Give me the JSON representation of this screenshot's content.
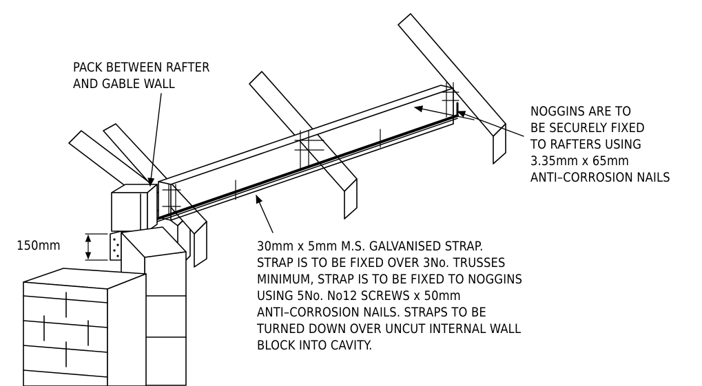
{
  "annotations": {
    "pack": {
      "lines": [
        "PACK BETWEEN RAFTER",
        "AND GABLE WALL"
      ]
    },
    "noggins": {
      "lines": [
        "NOGGINS ARE TO",
        "BE SECURELY FIXED",
        "TO RAFTERS USING",
        "3.35mm x 65mm",
        "ANTI–CORROSION NAILS"
      ]
    },
    "strap": {
      "lines": [
        "30mm x 5mm M.S. GALVANISED STRAP.",
        "STRAP IS TO BE FIXED OVER 3No. TRUSSES",
        "MINIMUM, STRAP IS TO BE FIXED TO NOGGINS",
        "USING 5No. No12 SCREWS x 50mm",
        "ANTI–CORROSION NAILS. STRAPS TO BE",
        "TURNED DOWN OVER UNCUT INTERNAL WALL",
        "BLOCK INTO CAVITY."
      ]
    },
    "dimension": "150mm"
  },
  "colors": {
    "line": "#000000",
    "background": "#ffffff"
  }
}
